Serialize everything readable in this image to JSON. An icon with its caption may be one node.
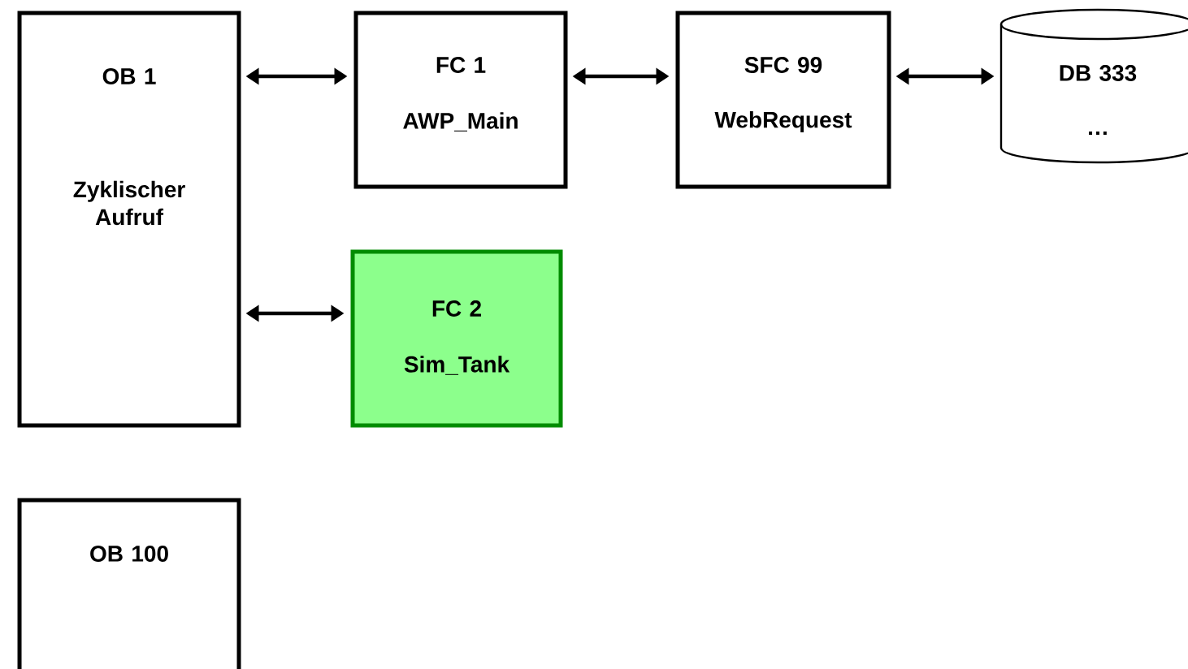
{
  "diagram": {
    "nodes": [
      {
        "text": [
          "OB 1",
          "Zyklischer Aufruf"
        ]
      },
      {
        "text": [
          "FC 1",
          "AWP_Main"
        ]
      },
      {
        "text": [
          "SFC 99",
          "WebRequest"
        ]
      },
      {
        "text": [
          "DB 333",
          "…"
        ]
      },
      {
        "text": [
          "FC 2",
          "Sim_Tank"
        ]
      },
      {
        "text": [
          "OB 100"
        ]
      }
    ],
    "edges": [
      {
        "from": 0,
        "to": 1,
        "arrow": "both"
      },
      {
        "from": 1,
        "to": 2,
        "arrow": "both"
      },
      {
        "from": 2,
        "to": 3,
        "arrow": "both"
      },
      {
        "from": 0,
        "to": 4,
        "arrow": "both"
      }
    ]
  }
}
